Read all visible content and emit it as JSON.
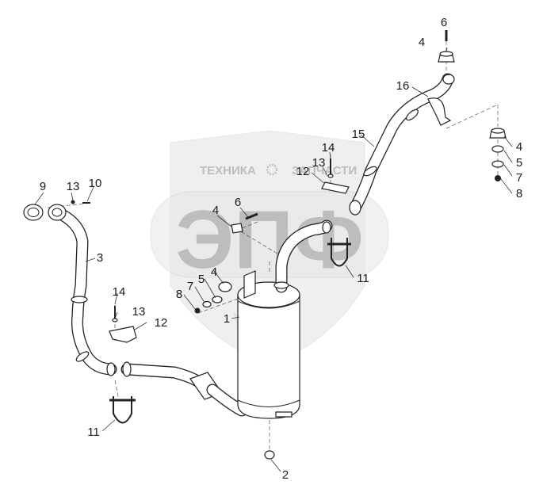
{
  "watermark": {
    "brand_left": "ТЕХНИКА",
    "brand_right": "ЗАПЧАСТИ",
    "logo_letters": "ЭПФ"
  },
  "callouts": [
    {
      "id": "c6-top",
      "label": "6"
    },
    {
      "id": "c4-top",
      "label": "4"
    },
    {
      "id": "c16",
      "label": "16"
    },
    {
      "id": "c15",
      "label": "15"
    },
    {
      "id": "c14-top",
      "label": "14"
    },
    {
      "id": "c13-top",
      "label": "13"
    },
    {
      "id": "c12-top",
      "label": "12"
    },
    {
      "id": "c4-right",
      "label": "4"
    },
    {
      "id": "c5-right",
      "label": "5"
    },
    {
      "id": "c7-right",
      "label": "7"
    },
    {
      "id": "c8-right",
      "label": "8"
    },
    {
      "id": "c9",
      "label": "9"
    },
    {
      "id": "c13-left",
      "label": "13"
    },
    {
      "id": "c10",
      "label": "10"
    },
    {
      "id": "c3",
      "label": "3"
    },
    {
      "id": "c4-mid",
      "label": "4"
    },
    {
      "id": "c6-mid",
      "label": "6"
    },
    {
      "id": "c11-right",
      "label": "11"
    },
    {
      "id": "c5-mid",
      "label": "5"
    },
    {
      "id": "c4-mid2",
      "label": "4"
    },
    {
      "id": "c7-mid",
      "label": "7"
    },
    {
      "id": "c8-mid",
      "label": "8"
    },
    {
      "id": "c1",
      "label": "1"
    },
    {
      "id": "c14-low",
      "label": "14"
    },
    {
      "id": "c13-low",
      "label": "13"
    },
    {
      "id": "c12-low",
      "label": "12"
    },
    {
      "id": "c11-low",
      "label": "11"
    },
    {
      "id": "c2",
      "label": "2"
    }
  ]
}
